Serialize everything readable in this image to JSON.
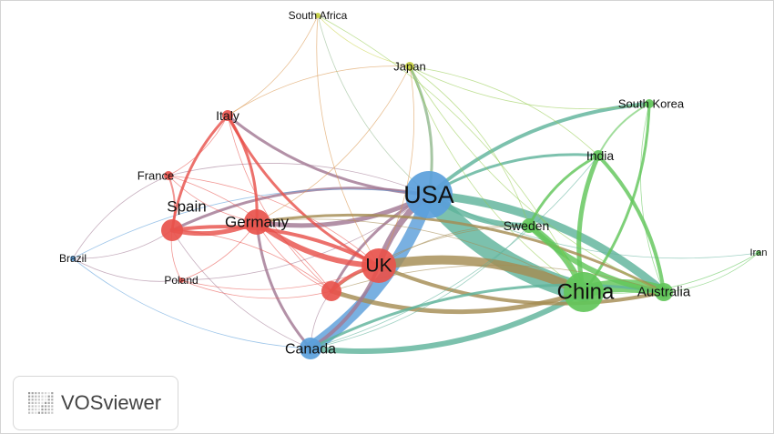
{
  "brand": {
    "name": "VOSviewer",
    "icon": "vosviewer-logo-icon"
  },
  "colors": {
    "red_cluster": "#e8524c",
    "blue_cluster": "#5b9fdb",
    "green_cluster": "#62c65a",
    "yellow_cluster": "#c8d243",
    "background": "#ffffff"
  },
  "nodes": [
    {
      "id": "usa",
      "label": "USA",
      "cluster": "blue_cluster"
    },
    {
      "id": "china",
      "label": "China",
      "cluster": "green_cluster"
    },
    {
      "id": "uk",
      "label": "UK",
      "cluster": "red_cluster"
    },
    {
      "id": "australia",
      "label": "Australia",
      "cluster": "green_cluster"
    },
    {
      "id": "canada",
      "label": "Canada",
      "cluster": "blue_cluster"
    },
    {
      "id": "germany",
      "label": "Germany",
      "cluster": "red_cluster"
    },
    {
      "id": "spain",
      "label": "Spain",
      "cluster": "red_cluster"
    },
    {
      "id": "sweden",
      "label": "Sweden",
      "cluster": "green_cluster"
    },
    {
      "id": "italy",
      "label": "Italy",
      "cluster": "red_cluster"
    },
    {
      "id": "france",
      "label": "France",
      "cluster": "red_cluster"
    },
    {
      "id": "india",
      "label": "India",
      "cluster": "green_cluster"
    },
    {
      "id": "japan",
      "label": "Japan",
      "cluster": "yellow_cluster"
    },
    {
      "id": "south_korea",
      "label": "South Korea",
      "cluster": "green_cluster"
    },
    {
      "id": "south_africa",
      "label": "South Africa",
      "cluster": "yellow_cluster"
    },
    {
      "id": "brazil",
      "label": "Brazil",
      "cluster": "blue_cluster"
    },
    {
      "id": "poland",
      "label": "Poland",
      "cluster": "red_cluster"
    },
    {
      "id": "iran",
      "label": "Iran",
      "cluster": "green_cluster"
    },
    {
      "id": "unlabeled_red",
      "label": "",
      "cluster": "red_cluster"
    }
  ],
  "links": [
    [
      "usa",
      "china"
    ],
    [
      "usa",
      "canada"
    ],
    [
      "usa",
      "uk"
    ],
    [
      "usa",
      "germany"
    ],
    [
      "usa",
      "spain"
    ],
    [
      "usa",
      "australia"
    ],
    [
      "usa",
      "sweden"
    ],
    [
      "usa",
      "italy"
    ],
    [
      "usa",
      "france"
    ],
    [
      "usa",
      "india"
    ],
    [
      "usa",
      "japan"
    ],
    [
      "usa",
      "south_korea"
    ],
    [
      "usa",
      "brazil"
    ],
    [
      "usa",
      "poland"
    ],
    [
      "usa",
      "unlabeled_red"
    ],
    [
      "usa",
      "south_africa"
    ],
    [
      "usa",
      "iran"
    ],
    [
      "china",
      "australia"
    ],
    [
      "china",
      "uk"
    ],
    [
      "china",
      "canada"
    ],
    [
      "china",
      "sweden"
    ],
    [
      "china",
      "india"
    ],
    [
      "china",
      "south_korea"
    ],
    [
      "china",
      "japan"
    ],
    [
      "china",
      "germany"
    ],
    [
      "china",
      "unlabeled_red"
    ],
    [
      "china",
      "iran"
    ],
    [
      "uk",
      "germany"
    ],
    [
      "uk",
      "spain"
    ],
    [
      "uk",
      "italy"
    ],
    [
      "uk",
      "france"
    ],
    [
      "uk",
      "canada"
    ],
    [
      "uk",
      "australia"
    ],
    [
      "uk",
      "sweden"
    ],
    [
      "uk",
      "unlabeled_red"
    ],
    [
      "uk",
      "poland"
    ],
    [
      "uk",
      "japan"
    ],
    [
      "germany",
      "spain"
    ],
    [
      "germany",
      "italy"
    ],
    [
      "germany",
      "france"
    ],
    [
      "germany",
      "canada"
    ],
    [
      "germany",
      "australia"
    ],
    [
      "germany",
      "unlabeled_red"
    ],
    [
      "germany",
      "poland"
    ],
    [
      "germany",
      "japan"
    ],
    [
      "spain",
      "italy"
    ],
    [
      "spain",
      "france"
    ],
    [
      "spain",
      "unlabeled_red"
    ],
    [
      "spain",
      "poland"
    ],
    [
      "spain",
      "brazil"
    ],
    [
      "spain",
      "canada"
    ],
    [
      "italy",
      "france"
    ],
    [
      "italy",
      "unlabeled_red"
    ],
    [
      "italy",
      "japan"
    ],
    [
      "australia",
      "canada"
    ],
    [
      "australia",
      "sweden"
    ],
    [
      "australia",
      "india"
    ],
    [
      "australia",
      "south_korea"
    ],
    [
      "australia",
      "iran"
    ],
    [
      "australia",
      "japan"
    ],
    [
      "australia",
      "unlabeled_red"
    ],
    [
      "canada",
      "brazil"
    ],
    [
      "canada",
      "sweden"
    ],
    [
      "canada",
      "unlabeled_red"
    ],
    [
      "canada",
      "india"
    ],
    [
      "sweden",
      "india"
    ],
    [
      "sweden",
      "japan"
    ],
    [
      "india",
      "south_korea"
    ],
    [
      "india",
      "japan"
    ],
    [
      "japan",
      "south_africa"
    ],
    [
      "japan",
      "south_korea"
    ],
    [
      "south_africa",
      "italy"
    ],
    [
      "south_africa",
      "uk"
    ],
    [
      "south_africa",
      "china"
    ],
    [
      "brazil",
      "poland"
    ],
    [
      "brazil",
      "france"
    ],
    [
      "poland",
      "unlabeled_red"
    ],
    [
      "france",
      "unlabeled_red"
    ],
    [
      "sweden",
      "unlabeled_red"
    ]
  ]
}
